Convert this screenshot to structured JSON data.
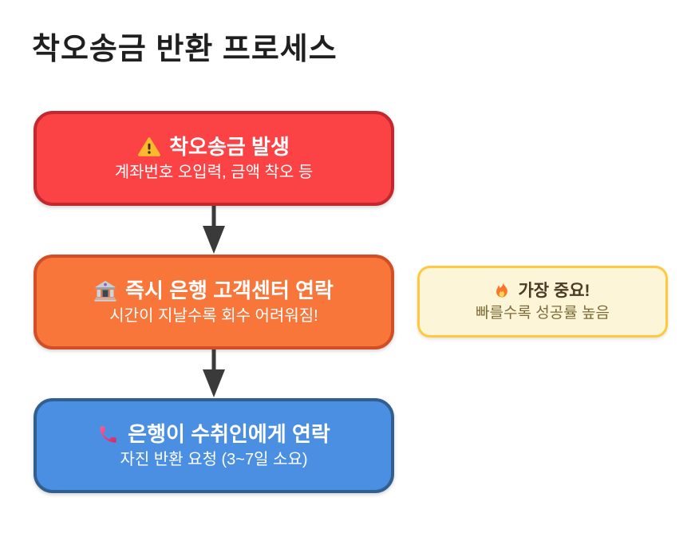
{
  "title": "착오송금 반환 프로세스",
  "flow": {
    "text_color": "#ffffff",
    "steps": [
      {
        "icon": "warning-icon",
        "heading": "착오송금 발생",
        "subtitle": "계좌번호 오입력, 금액 착오 등",
        "fill": "#fb4245",
        "border_color": "#c3282e"
      },
      {
        "icon": "bank-icon",
        "heading": "즉시 은행 고객센터 연락",
        "subtitle": "시간이 지날수록 회수 어려워짐!",
        "fill": "#f8763a",
        "border_color": "#d14e26"
      },
      {
        "icon": "phone-icon",
        "heading": "은행이 수취인에게 연락",
        "subtitle": "자진 반환 요청 (3~7일 소요)",
        "fill": "#4b8fe2",
        "border_color": "#315f90"
      }
    ]
  },
  "note": {
    "icon": "fire-icon",
    "heading": "가장 중요!",
    "subtitle": "빠를수록 성공률 높음",
    "fill": "#fcf5d8",
    "border_color": "#ffc93e",
    "heading_color": "#4a3b26",
    "subtitle_color": "#7d6c3a"
  },
  "colors": {
    "background": "#ffffff",
    "title": "#1f1f1f",
    "arrow": "#3a3a3a"
  }
}
